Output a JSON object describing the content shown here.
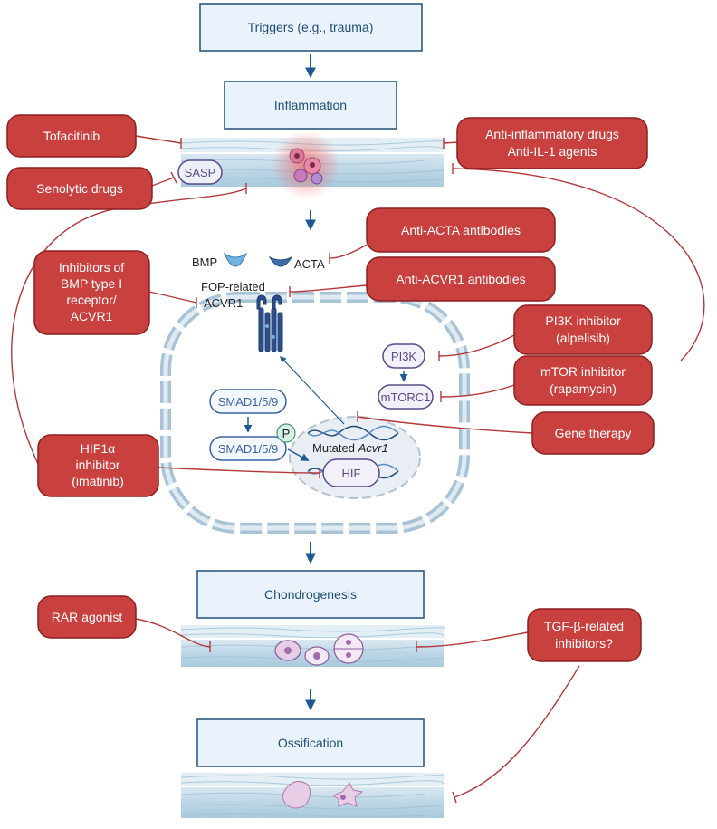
{
  "stages": {
    "triggers": "Triggers (e.g., trauma)",
    "inflammation": "Inflammation",
    "chondrogenesis": "Chondrogenesis",
    "ossification": "Ossification"
  },
  "drugs": {
    "tofacitinib": "Tofacitinib",
    "senolytic": "Senolytic drugs",
    "anti_inflammatory_1": "Anti-inflammatory drugs",
    "anti_inflammatory_2": "Anti-IL-1 agents",
    "anti_acta": "Anti-ACTA antibodies",
    "anti_acvr1": "Anti-ACVR1 antibodies",
    "bmp_inhib_1": "Inhibitors of",
    "bmp_inhib_2": "BMP type I",
    "bmp_inhib_3": "receptor/",
    "bmp_inhib_4": "ACVR1",
    "pi3k_1": "PI3K inhibitor",
    "pi3k_2": "(alpelisib)",
    "mtor_1": "mTOR inhibitor",
    "mtor_2": "(rapamycin)",
    "gene_therapy": "Gene therapy",
    "hif_1": "HIF1α",
    "hif_2": "inhibitor",
    "hif_3": "(imatinib)",
    "rar": "RAR agonist",
    "tgf_1": "TGF-β-related",
    "tgf_2": "inhibitors?"
  },
  "molecules": {
    "sasp": "SASP",
    "bmp": "BMP",
    "acta": "ACTA",
    "fop_1": "FOP-related",
    "fop_2": "ACVR1",
    "smad_1": "SMAD1/5/9",
    "smad_2": "SMAD1/5/9",
    "p": "P",
    "pi3k": "PI3K",
    "mtorc1": "mTORC1",
    "mutated": "Mutated ",
    "acvr1_gene": "Acvr1",
    "hif": "HIF"
  },
  "colors": {
    "stage_fill": "#eaf3fb",
    "stage_border": "#1f4e79",
    "drug_fill": "#c9413f",
    "drug_border": "#8e1f21",
    "arrow": "#1f5a96",
    "inhibit": "#b4383a"
  }
}
